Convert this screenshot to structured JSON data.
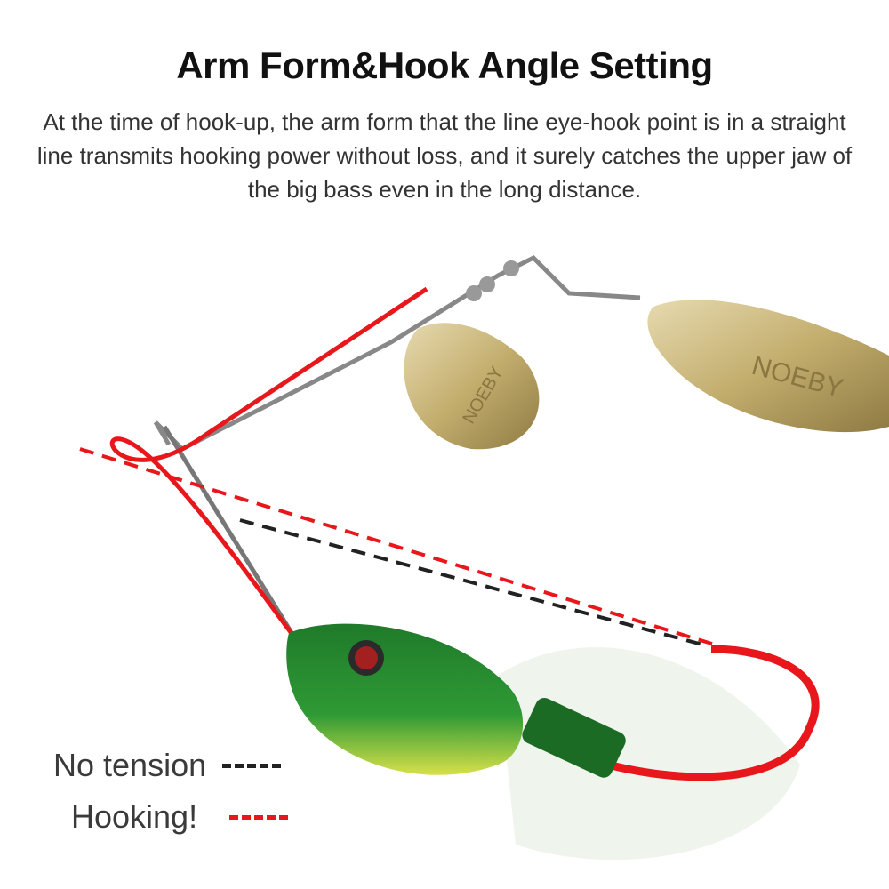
{
  "header": {
    "title": "Arm Form&Hook Angle Setting",
    "description": "At the time of hook-up, the arm form that the line eye-hook point is in a straight line transmits hooking power without loss, and it surely catches the upper jaw of the big bass even in the long distance."
  },
  "legend": {
    "items": [
      {
        "label": "No tension",
        "color": "#222222",
        "style": "dashed"
      },
      {
        "label": "Hooking!",
        "color": "#e8171b",
        "style": "dashed"
      }
    ]
  },
  "product": {
    "blade_brand": "NOEBY",
    "colors": {
      "line_red": "#e8171b",
      "head_green": "#1e8a2e",
      "blade_gold": "#c9b77c"
    }
  }
}
